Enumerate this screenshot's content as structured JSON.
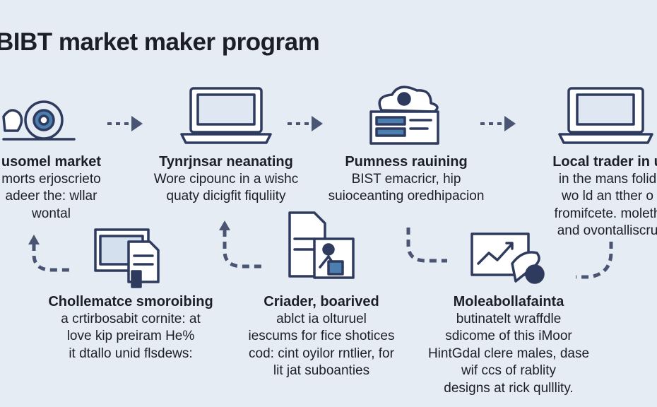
{
  "title": "BIBT market maker program",
  "row1": [
    {
      "icon": "target-icon",
      "heading": "usomel market",
      "lines": [
        "morts erjoscrieto",
        "adeer the: wllar",
        "wontal"
      ]
    },
    {
      "icon": "laptop-icon",
      "heading": "Tynrjnsar neanating",
      "lines": [
        "Wore cipounc in a wishc",
        "quaty dicigfit fiquliity"
      ]
    },
    {
      "icon": "cloud-lock-icon",
      "heading": "Pumness rauining",
      "lines": [
        "BIST emacricr, hip",
        "suioceanting oredhipacion"
      ]
    },
    {
      "icon": "laptop-icon",
      "heading": "Local trader in u",
      "lines": [
        "in the mans folid",
        "wo ld an tther o",
        "fromifcete. moleth",
        "and ovontalliscru"
      ]
    }
  ],
  "row2": [
    {
      "icon": "document-stack-icon",
      "heading": "Chollematce smoroibing",
      "lines": [
        "a crtirbosabit cornite: at",
        "love kip preiram He%",
        "it dtallo unid flsdews:"
      ]
    },
    {
      "icon": "trader-document-icon",
      "heading": "Criader, boarived",
      "lines": [
        "ablct ia olturuel",
        "iescums for fice shotices",
        "cod: cint oyilor rntlier, for",
        "lit jat suboanties"
      ]
    },
    {
      "icon": "chart-monitor-icon",
      "heading": "Moleabollafainta",
      "lines": [
        "butinatelt wraffdle",
        "sdicome of this iMoor",
        "HintGdal clere males, dase",
        "wif ccs of rablity",
        "designs at rick qulllity."
      ]
    }
  ],
  "colors": {
    "background": "#e5ecf4",
    "ink": "#2f3b5e",
    "text": "#1c1f2a"
  }
}
